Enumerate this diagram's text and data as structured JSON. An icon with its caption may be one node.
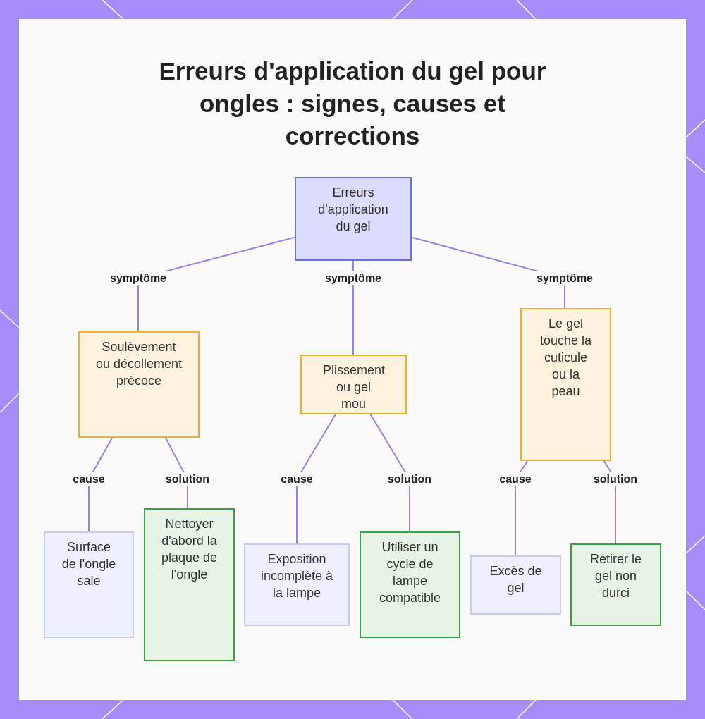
{
  "diagram": {
    "title": "Erreurs d'application du gel pour ongles : signes, causes et corrections",
    "nodes": [
      {
        "text": [
          "Erreurs d'application du gel"
        ]
      },
      {
        "text": [
          "Soulèvement ou décollement précoce"
        ]
      },
      {
        "text": [
          "Plissement ou gel mou"
        ]
      },
      {
        "text": [
          "Le gel touche la cuticule ou la peau"
        ]
      },
      {
        "text": [
          "Surface de l'ongle sale"
        ]
      },
      {
        "text": [
          "Nettoyer d'abord la plaque de l'ongle"
        ]
      },
      {
        "text": [
          "Exposition incomplète à la lampe"
        ]
      },
      {
        "text": [
          "Utiliser un cycle de lampe compatible"
        ]
      },
      {
        "text": [
          "Excès de gel"
        ]
      },
      {
        "text": [
          "Retirer le gel non durci"
        ]
      }
    ],
    "edges": [
      {
        "from": 0,
        "to": 1,
        "arrow": "none",
        "label": "symptôme"
      },
      {
        "from": 0,
        "to": 2,
        "arrow": "none",
        "label": "symptôme"
      },
      {
        "from": 0,
        "to": 3,
        "arrow": "none",
        "label": "symptôme"
      },
      {
        "from": 1,
        "to": 4,
        "arrow": "none",
        "label": "cause"
      },
      {
        "from": 1,
        "to": 5,
        "arrow": "none",
        "label": "solution"
      },
      {
        "from": 2,
        "to": 6,
        "arrow": "none",
        "label": "cause"
      },
      {
        "from": 2,
        "to": 7,
        "arrow": "none",
        "label": "solution"
      },
      {
        "from": 3,
        "to": 8,
        "arrow": "none",
        "label": "cause"
      },
      {
        "from": 3,
        "to": 9,
        "arrow": "none",
        "label": "solution"
      }
    ]
  }
}
